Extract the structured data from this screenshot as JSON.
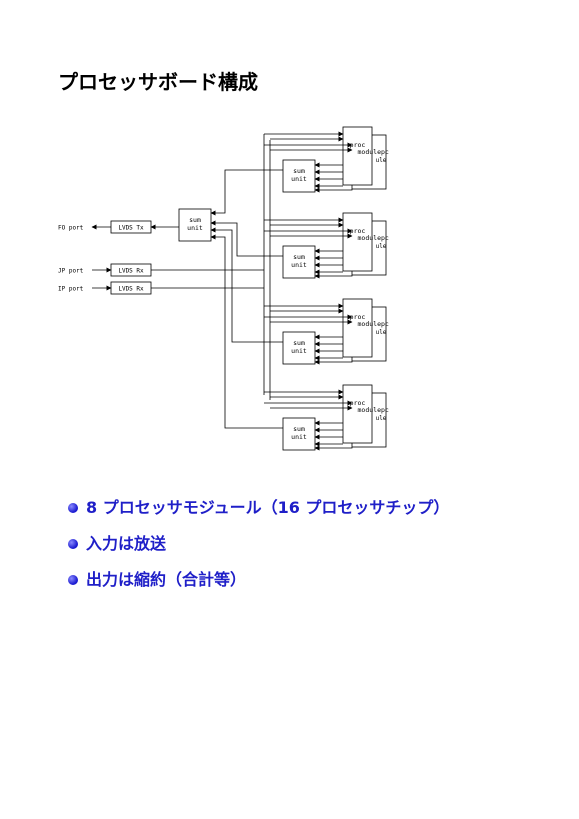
{
  "title": "プロセッサボード構成",
  "diagram": {
    "ports": [
      "FO port",
      "JP port",
      "IP port"
    ],
    "lvds": [
      "LVDS Tx",
      "LVDS Rx",
      "LVDS Rx"
    ],
    "main_sum_unit": [
      "sum",
      "unit"
    ],
    "module_label": [
      "proc",
      "module"
    ],
    "module_back_label": [
      "proc",
      "module"
    ],
    "sum_unit_label": [
      "sum",
      "unit"
    ],
    "module_count": 4
  },
  "bullets": [
    "8 プロセッサモジュール（16 プロセッサチップ）",
    "入力は放送",
    "出力は縮約（合計等）"
  ]
}
